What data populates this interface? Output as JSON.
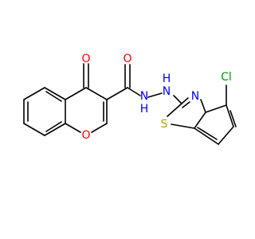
{
  "molecule": {
    "atoms": {
      "carbonyl_o_ring": "O",
      "amide_o": "O",
      "ring_o": "O",
      "n1": "N",
      "h1": "H",
      "n2": "N",
      "h2": "H",
      "thiazole_n": "N",
      "sulfur": "S",
      "chlorine": "Cl"
    },
    "colors": {
      "bond": "#000000",
      "oxygen": "#ff0000",
      "nitrogen": "#0000ff",
      "sulfur": "#b8a000",
      "chlorine": "#00a000"
    }
  }
}
